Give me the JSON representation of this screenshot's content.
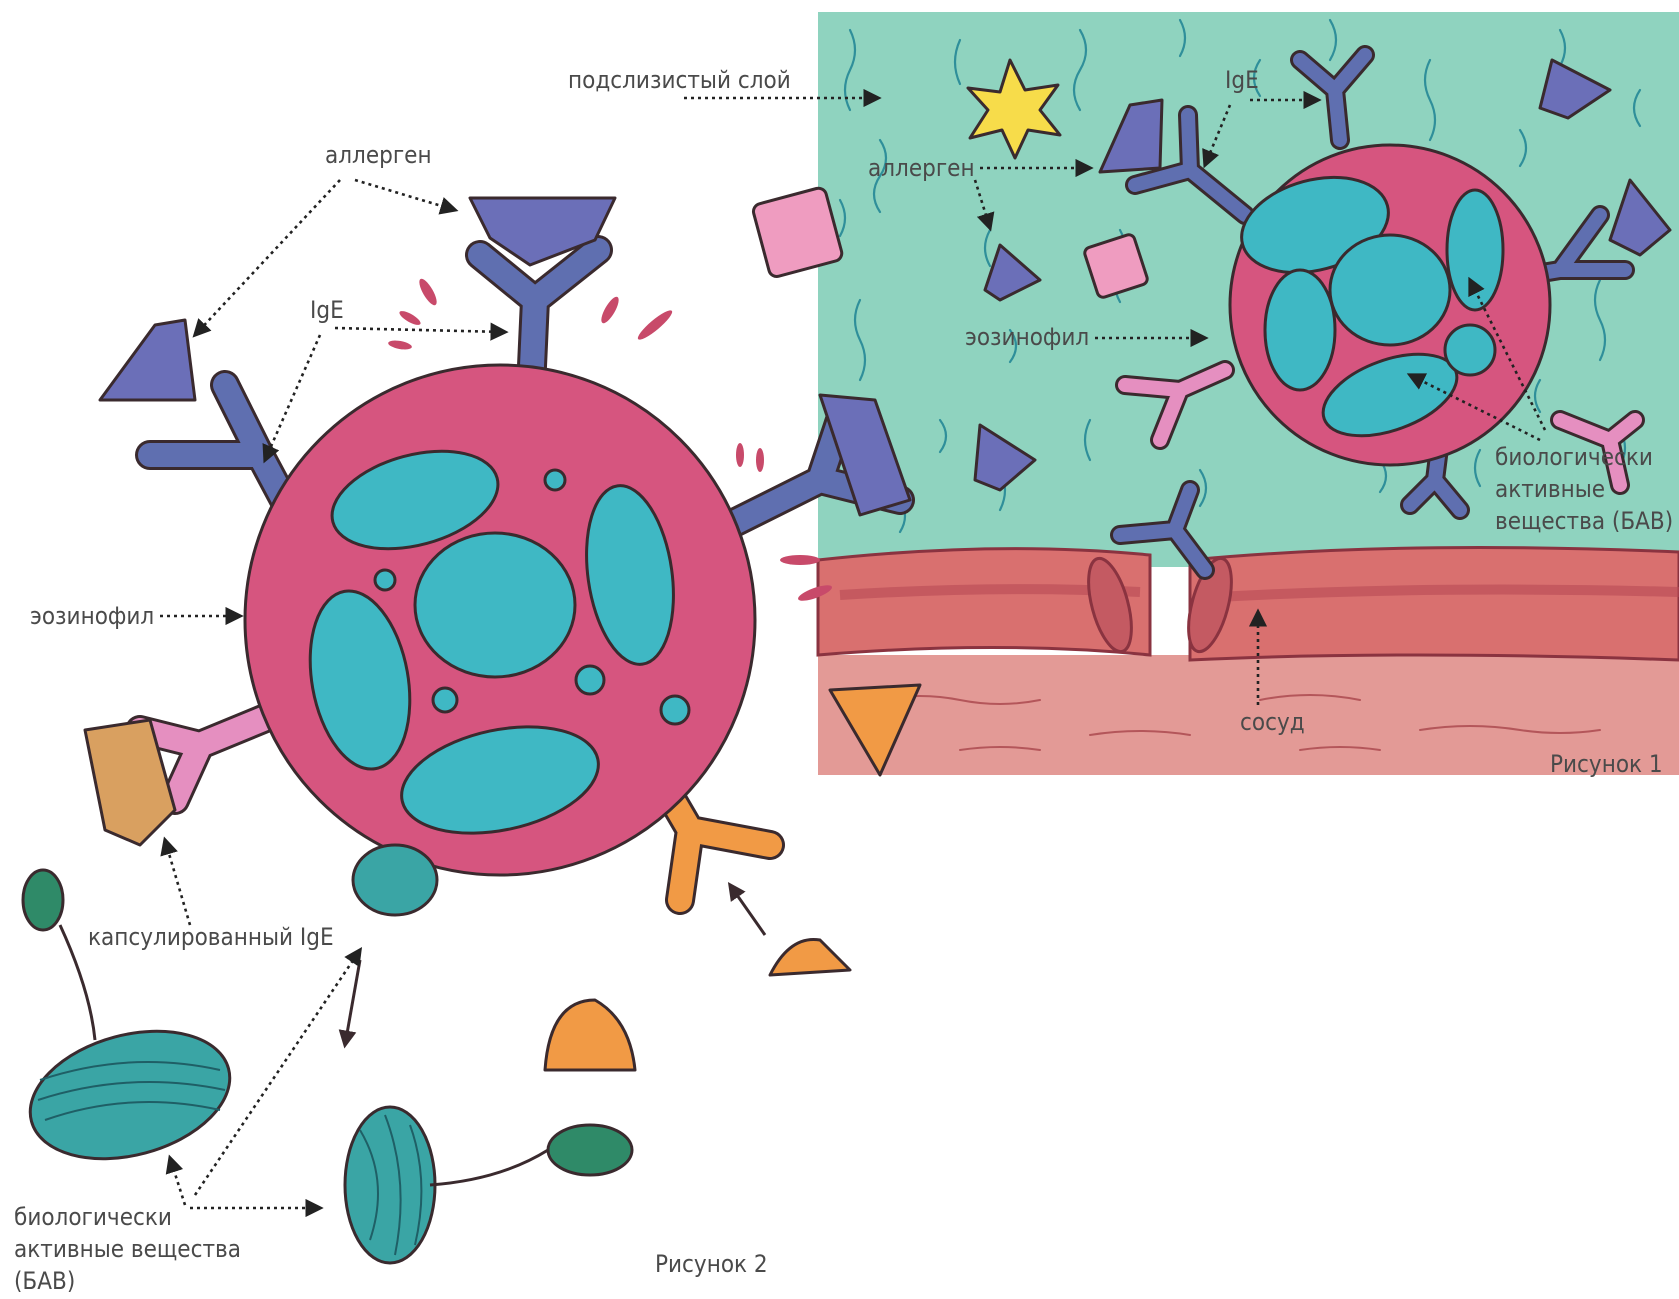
{
  "figure1": {
    "caption": "Рисунок 1",
    "labels": {
      "submucosa": "подслизистый слой",
      "ige": "IgE",
      "allergen": "аллерген",
      "eosinophil": "эозинофил",
      "bav_line1": "биологически",
      "bav_line2": "активные",
      "bav_line3": "вещества (БАВ)",
      "vessel": "сосуд"
    }
  },
  "figure2": {
    "caption": "Рисунок 2",
    "labels": {
      "allergen": "аллерген",
      "ige": "IgE",
      "eosinophil": "эозинофил",
      "encapsulated_ige": "капсулированный IgE",
      "bav_line1": "биологически",
      "bav_line2": "активные вещества",
      "bav_line3": "(БАВ)"
    }
  },
  "colors": {
    "submucosa": "#8fd3bf",
    "vessel": "#d9706f",
    "tissue": "#e39a96",
    "cell": "#d6557f",
    "nucleus": "#3fb8c4",
    "antibody": "#5f6fb0",
    "allergen": "#6b6fb8",
    "granule": "#3aa5a5",
    "orange": "#f19a45"
  }
}
